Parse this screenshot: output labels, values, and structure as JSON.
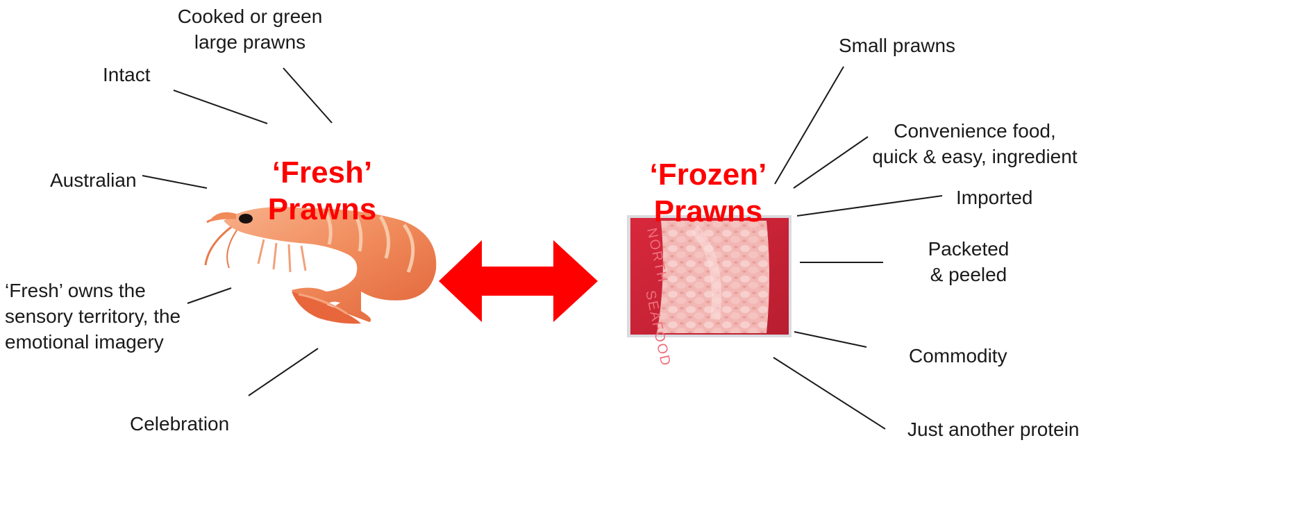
{
  "colors": {
    "accent": "#ff0000",
    "text": "#1a1a1a",
    "arrow": "#ff0000"
  },
  "fresh": {
    "title_line1": "‘Fresh’",
    "title_line2": "Prawns",
    "attributes": {
      "cooked_green": "Cooked or green\nlarge prawns",
      "intact": "Intact",
      "australian": "Australian",
      "sensory": "‘Fresh’ owns the\nsensory territory, the\nemotional imagery",
      "celebration": "Celebration"
    }
  },
  "frozen": {
    "title_line1": "‘Frozen’",
    "title_line2": "Prawns",
    "attributes": {
      "small": "Small prawns",
      "convenience": "Convenience food,\nquick & easy, ingredient",
      "imported": "Imported",
      "packeted": "Packeted\n& peeled",
      "commodity": "Commodity",
      "protein": "Just another protein"
    }
  },
  "icons": {
    "fresh_image": "cooked-prawn-image",
    "frozen_image": "frozen-prawn-packet-image",
    "comparison": "double-headed-arrow-icon"
  }
}
